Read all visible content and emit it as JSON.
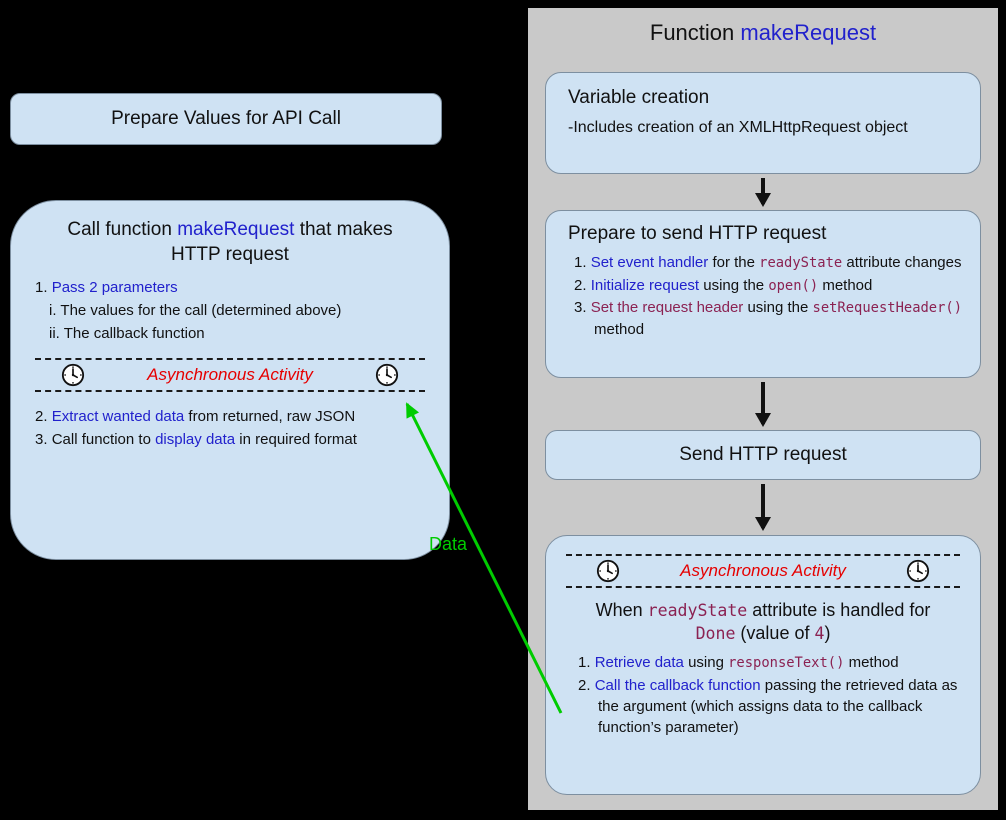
{
  "colors": {
    "accent_blue": "#2121cc",
    "code_maroon": "#8b2252",
    "alert_red": "#e60000",
    "arrow_green": "#00cc00",
    "box_fill": "#cfe2f3",
    "panel_gray": "#c9c9c9"
  },
  "left": {
    "prepare_box": {
      "label": "Prepare Values for API Call"
    },
    "call_box": {
      "title_pre": "Call function ",
      "title_code": "makeRequest",
      "title_post": " that makes HTTP request",
      "item1_num": "1. ",
      "item1_link": "Pass 2 parameters",
      "sub_i_num": "i. ",
      "sub_i_text": "The values for the call (determined above)",
      "sub_ii_num": "ii. ",
      "sub_ii_text": "The callback function",
      "async_label": "Asynchronous Activity",
      "item2_num": "2. ",
      "item2_link": "Extract wanted data",
      "item2_rest": " from returned, raw JSON",
      "item3_num": "3. ",
      "item3_pre": "Call function to ",
      "item3_link": "display data",
      "item3_rest": " in required format"
    }
  },
  "right": {
    "panel_title_pre": "Function ",
    "panel_title_code": "makeRequest",
    "variable_box": {
      "title": "Variable creation",
      "subtitle": "-Includes creation of an XMLHttpRequest object"
    },
    "prepare_box": {
      "title": "Prepare to send HTTP request",
      "item1_num": "1. ",
      "item1_link": "Set event handler",
      "item1_mid": " for the ",
      "item1_code": "readyState",
      "item1_rest": " attribute changes",
      "item2_num": "2. ",
      "item2_link": "Initialize request",
      "item2_mid": " using the ",
      "item2_code": "open()",
      "item2_rest": " method",
      "item3_num": "3. ",
      "item3_label": "Set the request header",
      "item3_mid": " using the ",
      "item3_code": "setRequestHeader()",
      "item3_rest": " method"
    },
    "send_box": {
      "label": "Send HTTP request"
    },
    "async_box": {
      "async_label": "Asynchronous Activity",
      "when_pre": "When ",
      "when_code": "readyState",
      "when_rest": " attribute is handled for",
      "done_code": "Done",
      "done_mid": " (value of ",
      "done_value": "4",
      "done_close": ")",
      "item1_num": "1. ",
      "item1_link": "Retrieve data",
      "item1_mid": " using ",
      "item1_code": "responseText()",
      "item1_rest": " method",
      "item2_num": "2. ",
      "item2_link": "Call the callback function",
      "item2_rest": " passing the retrieved data as the argument (which assigns data to the callback function’s parameter)"
    }
  },
  "green_arrow": {
    "label": "Data"
  }
}
